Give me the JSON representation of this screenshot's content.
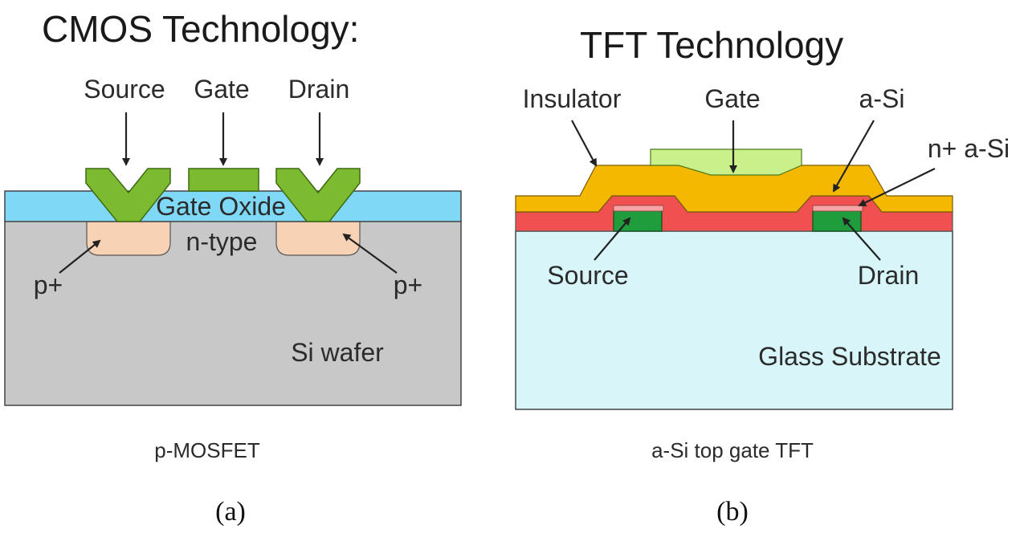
{
  "cmos": {
    "title": "CMOS Technology:",
    "labels": {
      "source": "Source",
      "gate": "Gate",
      "drain": "Drain",
      "gate_oxide": "Gate Oxide",
      "n_type": "n-type",
      "p_plus_left": "p+",
      "p_plus_right": "p+",
      "si_wafer": "Si wafer"
    },
    "caption": "p-MOSFET",
    "panel_label": "(a)",
    "colors": {
      "metal": "#7cba2f",
      "oxide": "#7fd9f6",
      "wafer": "#c8c8c8",
      "doped": "#f7d2b4"
    }
  },
  "tft": {
    "title": "TFT Technology",
    "labels": {
      "insulator": "Insulator",
      "gate": "Gate",
      "a_si": "a-Si",
      "n_plus_a_si": "n+ a-Si",
      "source": "Source",
      "drain": "Drain",
      "glass_substrate": "Glass Substrate"
    },
    "caption": "a-Si top gate TFT",
    "panel_label": "(b)",
    "colors": {
      "gate": "#c9f08a",
      "insulator": "#f5b800",
      "a_si": "#f0504f",
      "n_plus": "#f7a4a4",
      "contact": "#1f9c3c",
      "glass": "#d8f6fa"
    }
  }
}
